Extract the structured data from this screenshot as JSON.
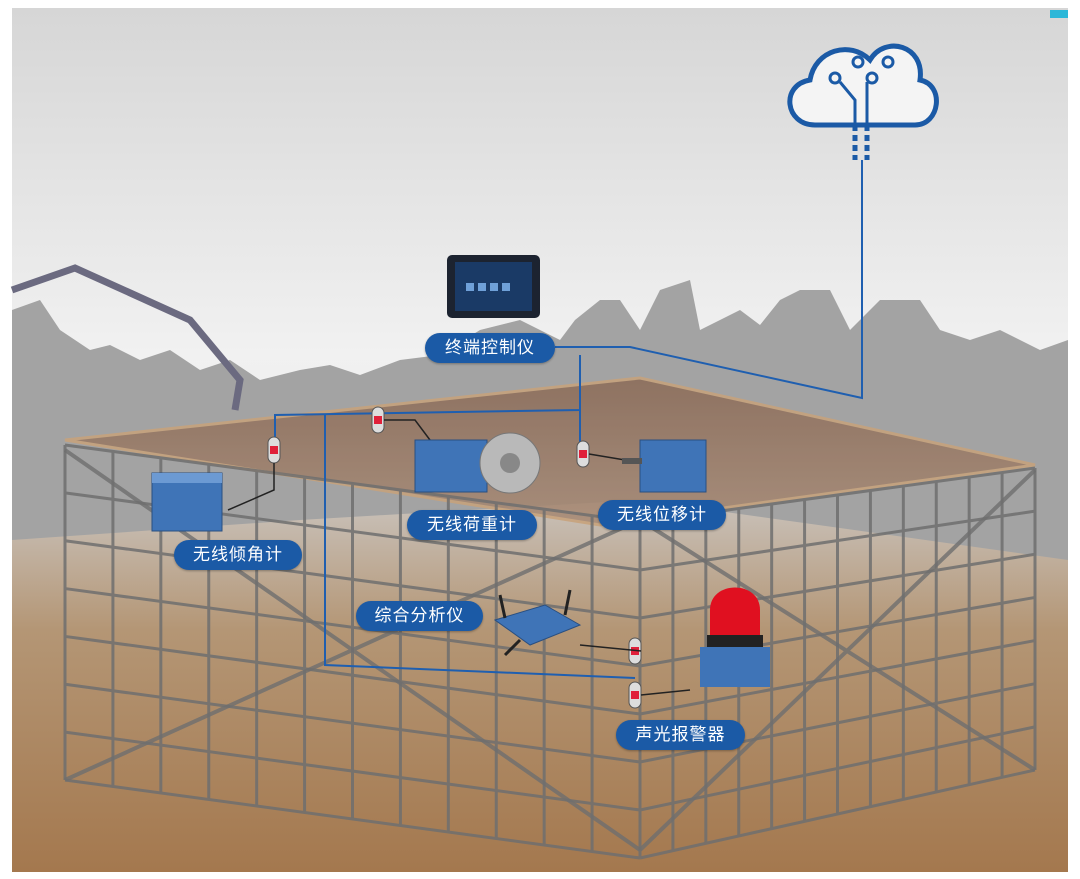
{
  "labels": {
    "terminal_controller": "终端控制仪",
    "wireless_load_cell": "无线荷重计",
    "wireless_displacement": "无线位移计",
    "wireless_inclinometer": "无线倾角计",
    "integrated_analyzer": "综合分析仪",
    "audible_visual_alarm": "声光报警器"
  },
  "icons": [
    "cloud-circuit-icon",
    "tablet-icon",
    "inclinometer-device-icon",
    "load-cell-device-icon",
    "displacement-device-icon",
    "router-icon",
    "alarm-light-icon",
    "sensor-node-icon"
  ],
  "colors": {
    "label_bg": "#1b5aa6",
    "link_line": "#1f5fb0",
    "sensor_red": "#e0203a",
    "ground": "#a98058",
    "sky": "#eaeaea"
  }
}
